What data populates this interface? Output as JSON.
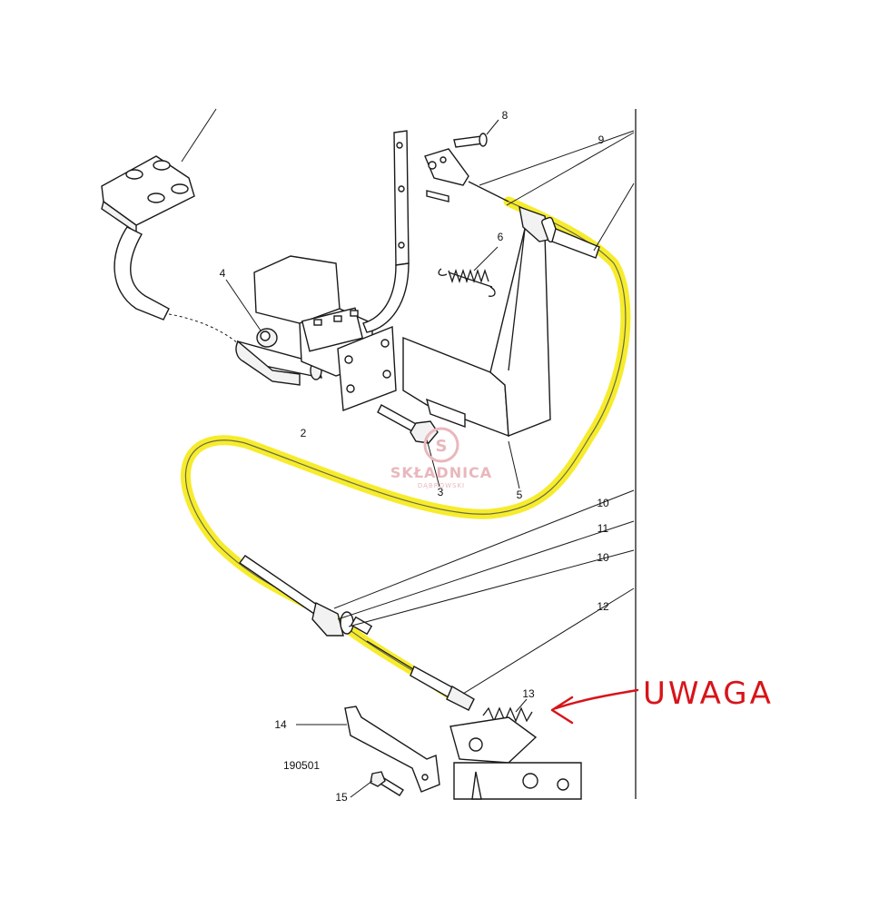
{
  "diagram": {
    "part_numbers": {
      "p2": "2",
      "p3": "3",
      "p4": "4",
      "p5": "5",
      "p6": "6",
      "p8": "8",
      "p9": "9",
      "p10a": "10",
      "p11": "11",
      "p10b": "10",
      "p12": "12",
      "p13": "13",
      "p14": "14",
      "p15": "15"
    },
    "figure_code": "190501",
    "warning_text": "UWAGA",
    "watermark": {
      "name": "SKŁADNICA",
      "sub": "DĄBROWSKI"
    },
    "colors": {
      "highlight": "#f5ea1a",
      "warning": "#d8141a",
      "line": "#1a1a1a"
    }
  }
}
